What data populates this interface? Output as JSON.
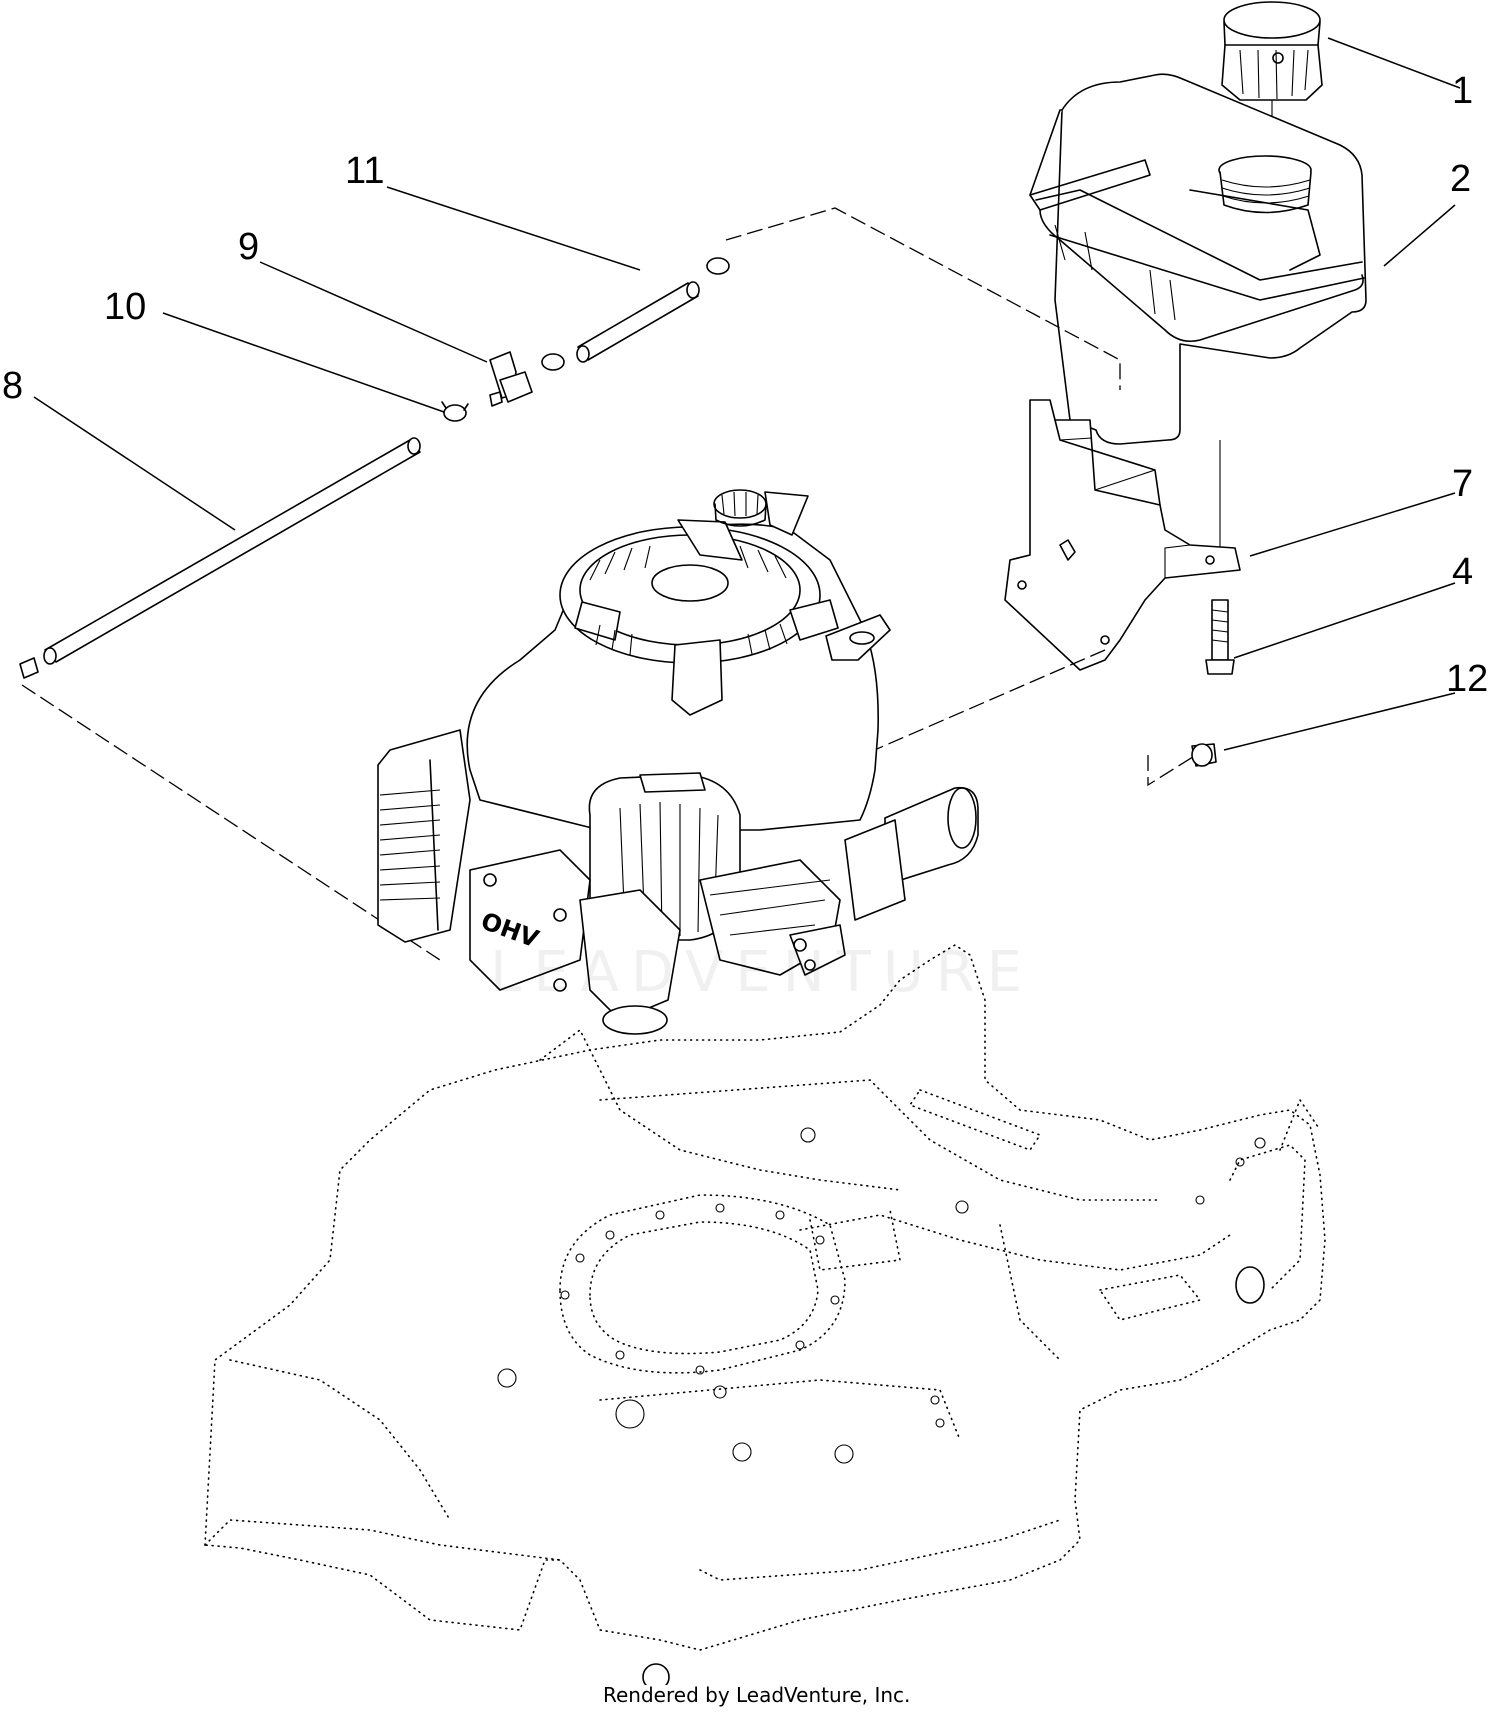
{
  "callouts": [
    {
      "id": "1",
      "text": "1"
    },
    {
      "id": "2",
      "text": "2"
    },
    {
      "id": "11",
      "text": "11"
    },
    {
      "id": "9",
      "text": "9"
    },
    {
      "id": "10",
      "text": "10"
    },
    {
      "id": "8",
      "text": "8"
    },
    {
      "id": "7",
      "text": "7"
    },
    {
      "id": "4",
      "text": "4"
    },
    {
      "id": "12",
      "text": "12"
    }
  ],
  "engine_label": "OHV",
  "watermark": "LEADVENTURE",
  "footer": {
    "credit": "Rendered by LeadVenture, Inc."
  }
}
